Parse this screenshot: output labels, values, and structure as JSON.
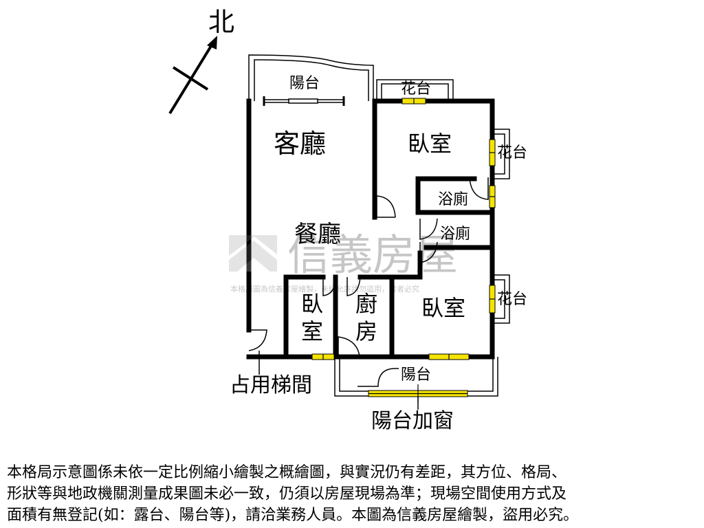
{
  "compass": {
    "label": "北"
  },
  "rooms": {
    "balcony_top": "陽台",
    "planter_top": "花台",
    "living": "客廳",
    "bedroom_ne": "臥室",
    "planter_east_1": "花台",
    "bath_1": "浴廁",
    "dining": "餐廳",
    "bath_2": "浴廁",
    "bedroom_small_1": "臥",
    "bedroom_small_2": "室",
    "kitchen_1": "廚",
    "kitchen_2": "房",
    "bedroom_se": "臥室",
    "planter_east_2": "花台",
    "balcony_bottom": "陽台",
    "stair": "占用梯間",
    "balcony_window": "陽台加窗"
  },
  "watermark": {
    "brand": "信義房屋",
    "notice": "本格局圖為信義房屋繪製，未經允許請勿盜用，違者必究"
  },
  "disclaimer": {
    "line1": "本格局示意圖係未依一定比例縮小繪製之概繪圖，與實況仍有差距，其方位、格局、",
    "line2": "形狀等與地政機關測量成果圖未必一致，仍須以房屋現場為準；現場空間使用方式及",
    "line3": "面積有無登記(如：露台、陽台等)，請洽業務人員。本圖為信義房屋繪製，盜用必究。"
  }
}
